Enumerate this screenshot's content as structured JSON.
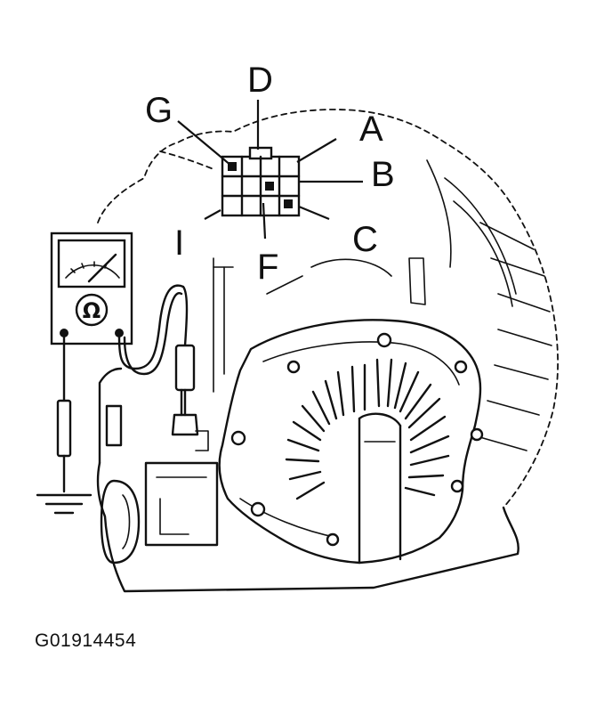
{
  "figure_id": "G01914454",
  "callouts": {
    "a": "A",
    "b": "B",
    "c": "C",
    "d": "D",
    "f": "F",
    "g": "G",
    "i": "I"
  },
  "ohmmeter_symbol": "Ω",
  "icons": {
    "ohmmeter": "ohmmeter-icon",
    "ground": "ground-symbol-icon",
    "connector": "connector-icon"
  }
}
